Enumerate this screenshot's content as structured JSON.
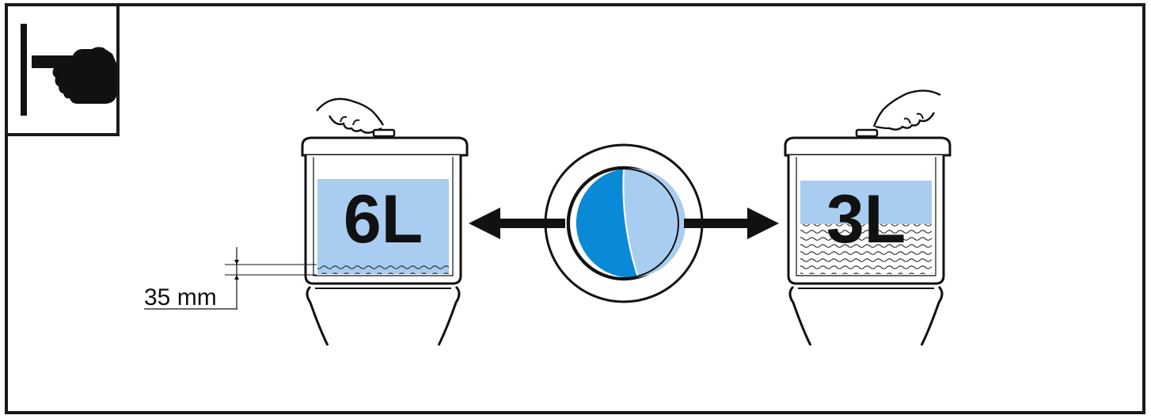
{
  "left_container": {
    "capacity_label": "6L"
  },
  "right_container": {
    "capacity_label": "3L"
  },
  "dimension": {
    "label": "35 mm"
  },
  "colors": {
    "frame": "#1a1a1a",
    "water_light": "#a9cdf0",
    "water_dark": "#0a8ad6",
    "pie_light": "#a9cdf0",
    "pie_dark": "#0a8ad6",
    "ink": "#111111"
  },
  "icons": {
    "notice": "pointing-hand-icon",
    "left_arrow": "arrow-left-icon",
    "right_arrow": "arrow-right-icon",
    "hand_left": "press-hand-icon",
    "hand_right": "press-hand-icon",
    "selector": "half-load-dial-icon"
  }
}
